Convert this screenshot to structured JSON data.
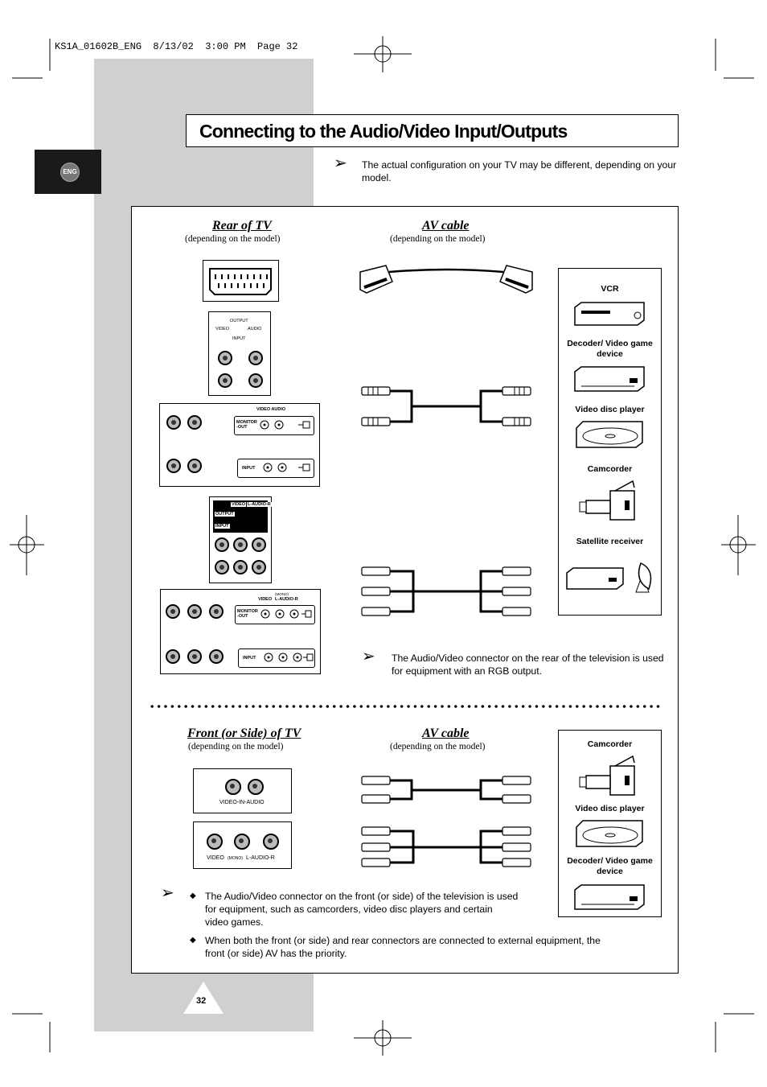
{
  "header": {
    "print_slug": "KS1A_01602B_ENG  8/13/02  3:00 PM  Page 32"
  },
  "page": {
    "title": "Connecting to the Audio/Video Input/Outputs",
    "lang_tab": "ENG",
    "page_number": "32"
  },
  "notes": {
    "config_note": "The actual configuration on your TV may be different, depending on your model.",
    "rgb_note": "The Audio/Video connector on the rear of the television is used for equipment with an RGB output."
  },
  "rear": {
    "heading": "Rear of TV",
    "sub": "(depending on the model)",
    "panel2": {
      "output": "OUTPUT",
      "video": "VIDEO",
      "audio": "AUDIO",
      "input": "INPUT"
    },
    "panel3": {
      "header": "VIDEO AUDIO",
      "monitor_out": "MONITOR -OUT",
      "input": "INPUT"
    },
    "panel4": {
      "video": "VIDEO",
      "audio": "L-AUDIO-R",
      "output": "OUTPUT",
      "input": "INPUT"
    },
    "panel5": {
      "mono": "(MONO)",
      "video": "VIDEO",
      "audio": "L-AUDIO-R",
      "monitor_out": "MONITOR -OUT",
      "input": "INPUT"
    }
  },
  "av_cable_top": {
    "heading": "AV cable",
    "sub": "(depending on the model)"
  },
  "devices_top": [
    {
      "label": "VCR",
      "icon": "vcr-icon"
    },
    {
      "label": "Decoder/ Video game device",
      "icon": "decoder-icon"
    },
    {
      "label": "Video disc player",
      "icon": "disc-player-icon"
    },
    {
      "label": "Camcorder",
      "icon": "camcorder-icon"
    },
    {
      "label": "Satellite receiver",
      "icon": "satellite-receiver-icon"
    }
  ],
  "front": {
    "heading": "Front (or Side) of TV",
    "sub": "(depending on the model)",
    "panel1_label": "VIDEO-IN-AUDIO",
    "panel2_video": "VIDEO",
    "panel2_mono": "(MONO)",
    "panel2_audio": "L-AUDIO-R"
  },
  "av_cable_bottom": {
    "heading": "AV cable",
    "sub": "(depending on the model)"
  },
  "devices_bottom": [
    {
      "label": "Camcorder",
      "icon": "camcorder-icon"
    },
    {
      "label": "Video disc player",
      "icon": "disc-player-icon"
    },
    {
      "label": "Decoder/ Video game device",
      "icon": "decoder-icon"
    }
  ],
  "bullets": [
    "The Audio/Video connector on the front (or side) of the television is used for equipment, such as camcorders, video disc players and certain video games.",
    "When both the front (or side) and rear connectors are connected to external equipment, the front (or side) AV has the priority."
  ],
  "colors": {
    "band": "#d0d0d0",
    "tab": "#1a1a1a"
  }
}
